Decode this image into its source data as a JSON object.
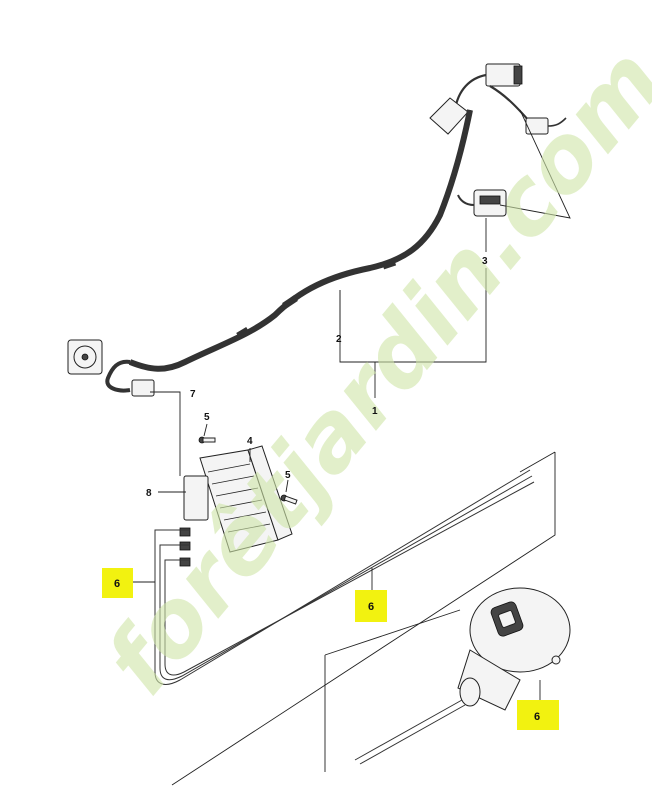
{
  "callouts": {
    "c1": "1",
    "c2": "2",
    "c3": "3",
    "c4": "4",
    "c5a": "5",
    "c5b": "5",
    "c6a": "6",
    "c6b": "6",
    "c6c": "6",
    "c7": "7",
    "c8": "8"
  },
  "watermark": {
    "text": "forêtjardin.com"
  },
  "colors": {
    "highlight": "#f2f210",
    "watermark_green": "#cfe6a8",
    "watermark_orange": "#f6b73c"
  }
}
